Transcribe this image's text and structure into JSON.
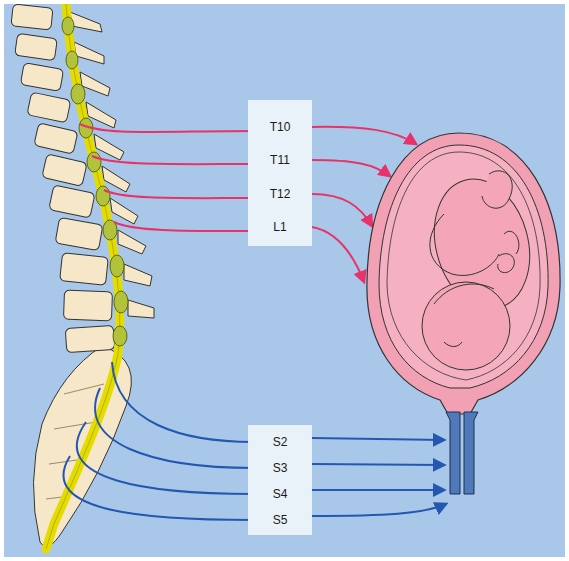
{
  "diagram": {
    "nodes": [
      {
        "text": [
          "T10",
          "T11",
          "T12",
          "L1"
        ]
      },
      {
        "text": [
          "S2",
          "S3",
          "S4",
          "S5"
        ]
      }
    ]
  }
}
